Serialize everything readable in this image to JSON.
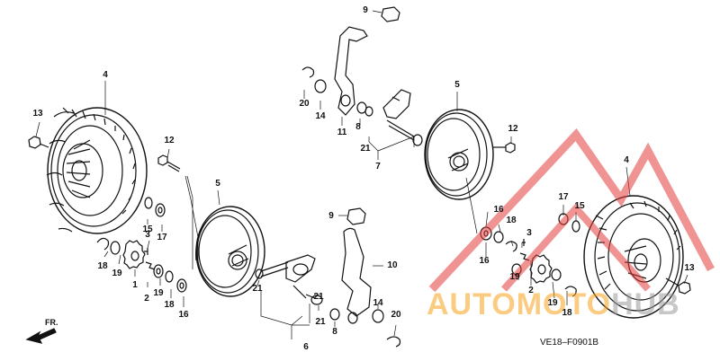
{
  "callouts": {
    "c1": "1",
    "c2a": "2",
    "c2b": "2",
    "c3a": "3",
    "c3b": "3",
    "c4a": "4",
    "c4b": "4",
    "c5a": "5",
    "c5b": "5",
    "c6": "6",
    "c7": "7",
    "c8a": "8",
    "c8b": "8",
    "c9a": "9",
    "c9b": "9",
    "c10": "10",
    "c11": "11",
    "c12a": "12",
    "c12b": "12",
    "c13a": "13",
    "c13b": "13",
    "c14a": "14",
    "c14b": "14",
    "c15a": "15",
    "c15b": "15",
    "c16a": "16",
    "c16b": "16",
    "c16c": "16",
    "c17a": "17",
    "c17b": "17",
    "c18a": "18",
    "c18b": "18",
    "c18c": "18",
    "c18d": "18",
    "c19a": "19",
    "c19b": "19",
    "c19c": "19",
    "c19d": "19",
    "c20a": "20",
    "c20b": "20",
    "c21a": "21",
    "c21b": "21",
    "c21c": "21",
    "c21d": "21"
  },
  "direction_label": "FR.",
  "diagram_code": "VE18–F0901B",
  "watermark": {
    "part1": "AUTOMOTO",
    "part2": "HUB",
    "color_primary": "#f6a21a",
    "color_secondary": "#9a9a9a",
    "triangle_color": "#e23b3b"
  }
}
